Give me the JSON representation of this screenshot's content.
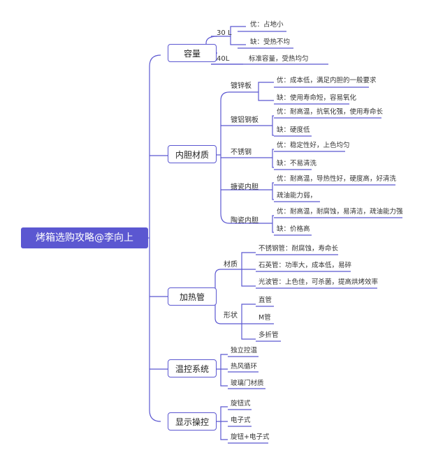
{
  "root": "烤箱选购攻略@李向上",
  "branches": {
    "capacity": {
      "label": "容量",
      "items": [
        {
          "label": "30 L",
          "children": [
            "优：占地小",
            "缺：受热不均"
          ]
        },
        {
          "label": "40L",
          "children": [
            "标准容量，受热均匀"
          ]
        }
      ]
    },
    "liner": {
      "label": "内胆材质",
      "items": [
        {
          "label": "镀锌板",
          "children": [
            "优：成本低，满足内胆的一般要求",
            "缺：使用寿命短，容易氧化"
          ]
        },
        {
          "label": "镀铝钢板",
          "children": [
            "优：耐高温，抗氧化强，使用寿命长",
            "缺：硬度低"
          ]
        },
        {
          "label": "不锈钢",
          "children": [
            "优：稳定性好，上色均匀",
            "缺：不易清洗"
          ]
        },
        {
          "label": "搪瓷内胆",
          "children": [
            "优：耐高温，导热性好，硬度高，好清洗",
            "疏油能力弱，"
          ]
        },
        {
          "label": "陶瓷内胆",
          "children": [
            "优：耐高温，耐腐蚀，易清洁，疏油能力强",
            "缺：价格高"
          ]
        }
      ]
    },
    "heating": {
      "label": "加热管",
      "items": [
        {
          "label": "材质",
          "children": [
            "不锈钢管：耐腐蚀，寿命长",
            "石英管：功率大，成本低，易碎",
            "光波管：上色佳，可杀菌，提高烘烤效率"
          ]
        },
        {
          "label": "形状",
          "children": [
            "直管",
            "M管",
            "多折管"
          ]
        }
      ]
    },
    "temp": {
      "label": "温控系统",
      "items": [
        "独立控温",
        "热风循环",
        "玻璃门材质"
      ]
    },
    "display": {
      "label": "显示操控",
      "items": [
        "旋钮式",
        "电子式",
        "旋钮+电子式"
      ]
    }
  },
  "colors": {
    "accent": "#5b57d1"
  }
}
